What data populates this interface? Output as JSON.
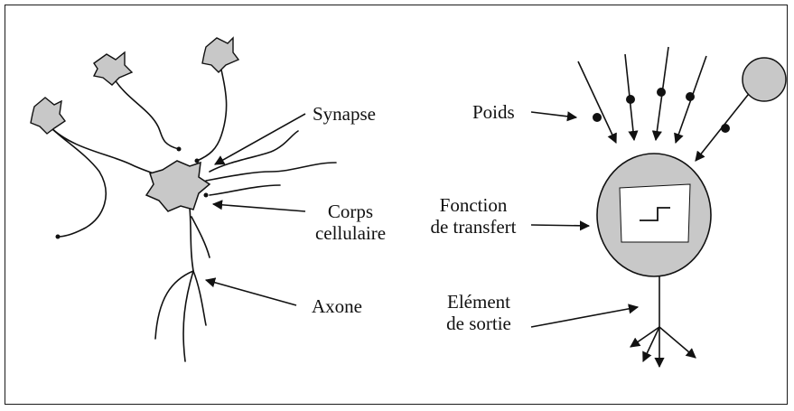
{
  "colors": {
    "cell_fill": "#c8c8c8",
    "stroke": "#111111",
    "box_fill": "#ffffff",
    "background": "#ffffff"
  },
  "biological": {
    "synapse": "Synapse",
    "cell_body_line1": "Corps",
    "cell_body_line2": "cellulaire",
    "axon": "Axone"
  },
  "artificial": {
    "weights": "Poids",
    "transfer_line1": "Fonction",
    "transfer_line2": "de transfert",
    "output_line1": "Elément",
    "output_line2": "de sortie"
  }
}
